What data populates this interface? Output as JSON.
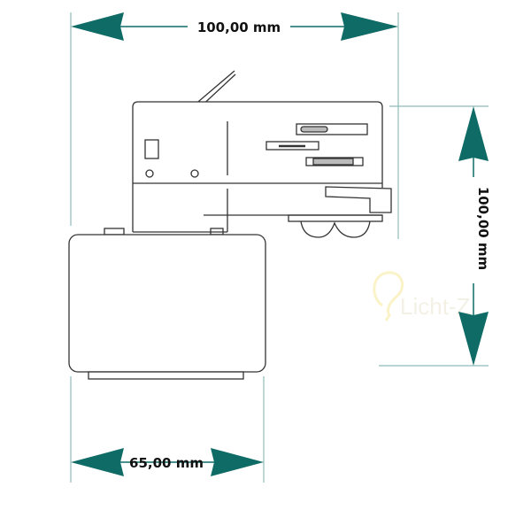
{
  "dimensions": {
    "width_top": "100,00 mm",
    "height_right": "100,00 mm",
    "width_bottom": "65,00 mm"
  },
  "watermark": "Licht-Z",
  "colors": {
    "dimension": "#0f6b66",
    "drawing": "#333333",
    "extension": "#8fbcb9"
  }
}
